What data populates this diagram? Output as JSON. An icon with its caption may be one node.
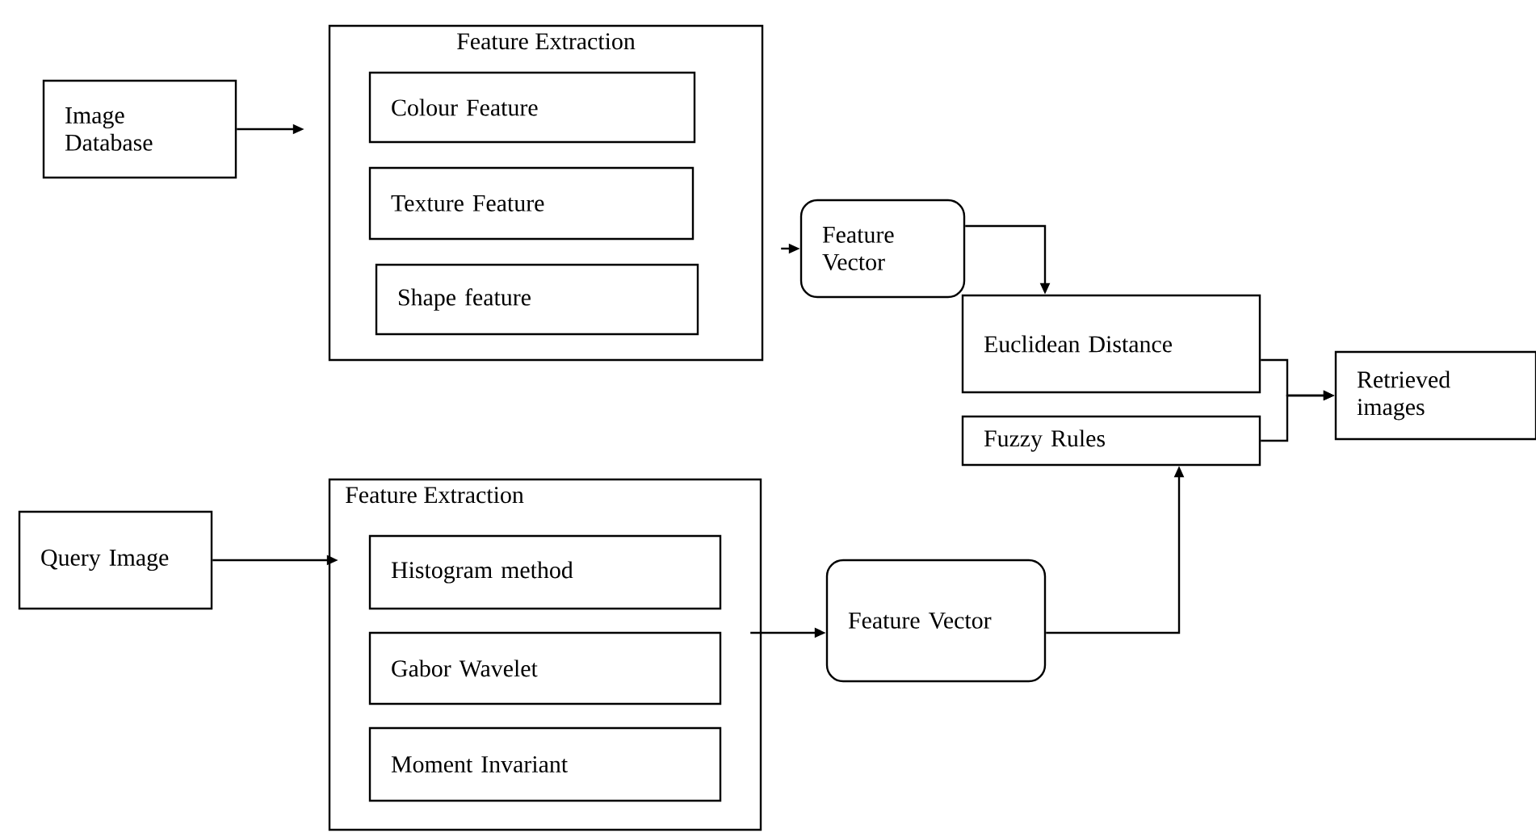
{
  "diagram": {
    "nodes": [
      {
        "text": [
          "Image Database"
        ]
      },
      {
        "text": [
          "Feature Extraction"
        ]
      },
      {
        "text": [
          "Colour Feature"
        ],
        "in": 1
      },
      {
        "text": [
          "Texture Feature"
        ],
        "in": 1
      },
      {
        "text": [
          "Shape feature"
        ],
        "in": 1
      },
      {
        "text": [
          "Feature Vector"
        ]
      },
      {
        "text": [
          "Euclidean Distance"
        ]
      },
      {
        "text": [
          "Fuzzy Rules"
        ]
      },
      {
        "text": [
          "Retrieved images"
        ]
      },
      {
        "text": [
          "Query Image"
        ]
      },
      {
        "text": [
          "Feature Extraction"
        ]
      },
      {
        "text": [
          "Histogram method"
        ],
        "in": 10
      },
      {
        "text": [
          "Gabor Wavelet"
        ],
        "in": 10
      },
      {
        "text": [
          "Moment Invariant"
        ],
        "in": 10
      },
      {
        "text": [
          "Feature Vector"
        ]
      }
    ],
    "edges": [
      {
        "from": 0,
        "to": 1,
        "arrow": "to"
      },
      {
        "from": 1,
        "to": 5,
        "arrow": "to"
      },
      {
        "from": 5,
        "to": 6,
        "arrow": "to"
      },
      {
        "from": 6,
        "to": 8,
        "arrow": "to"
      },
      {
        "from": 7,
        "to": 8,
        "arrow": "to"
      },
      {
        "from": 9,
        "to": 10,
        "arrow": "to"
      },
      {
        "from": 10,
        "to": 14,
        "arrow": "to"
      },
      {
        "from": 14,
        "to": 7,
        "arrow": "to"
      }
    ]
  }
}
